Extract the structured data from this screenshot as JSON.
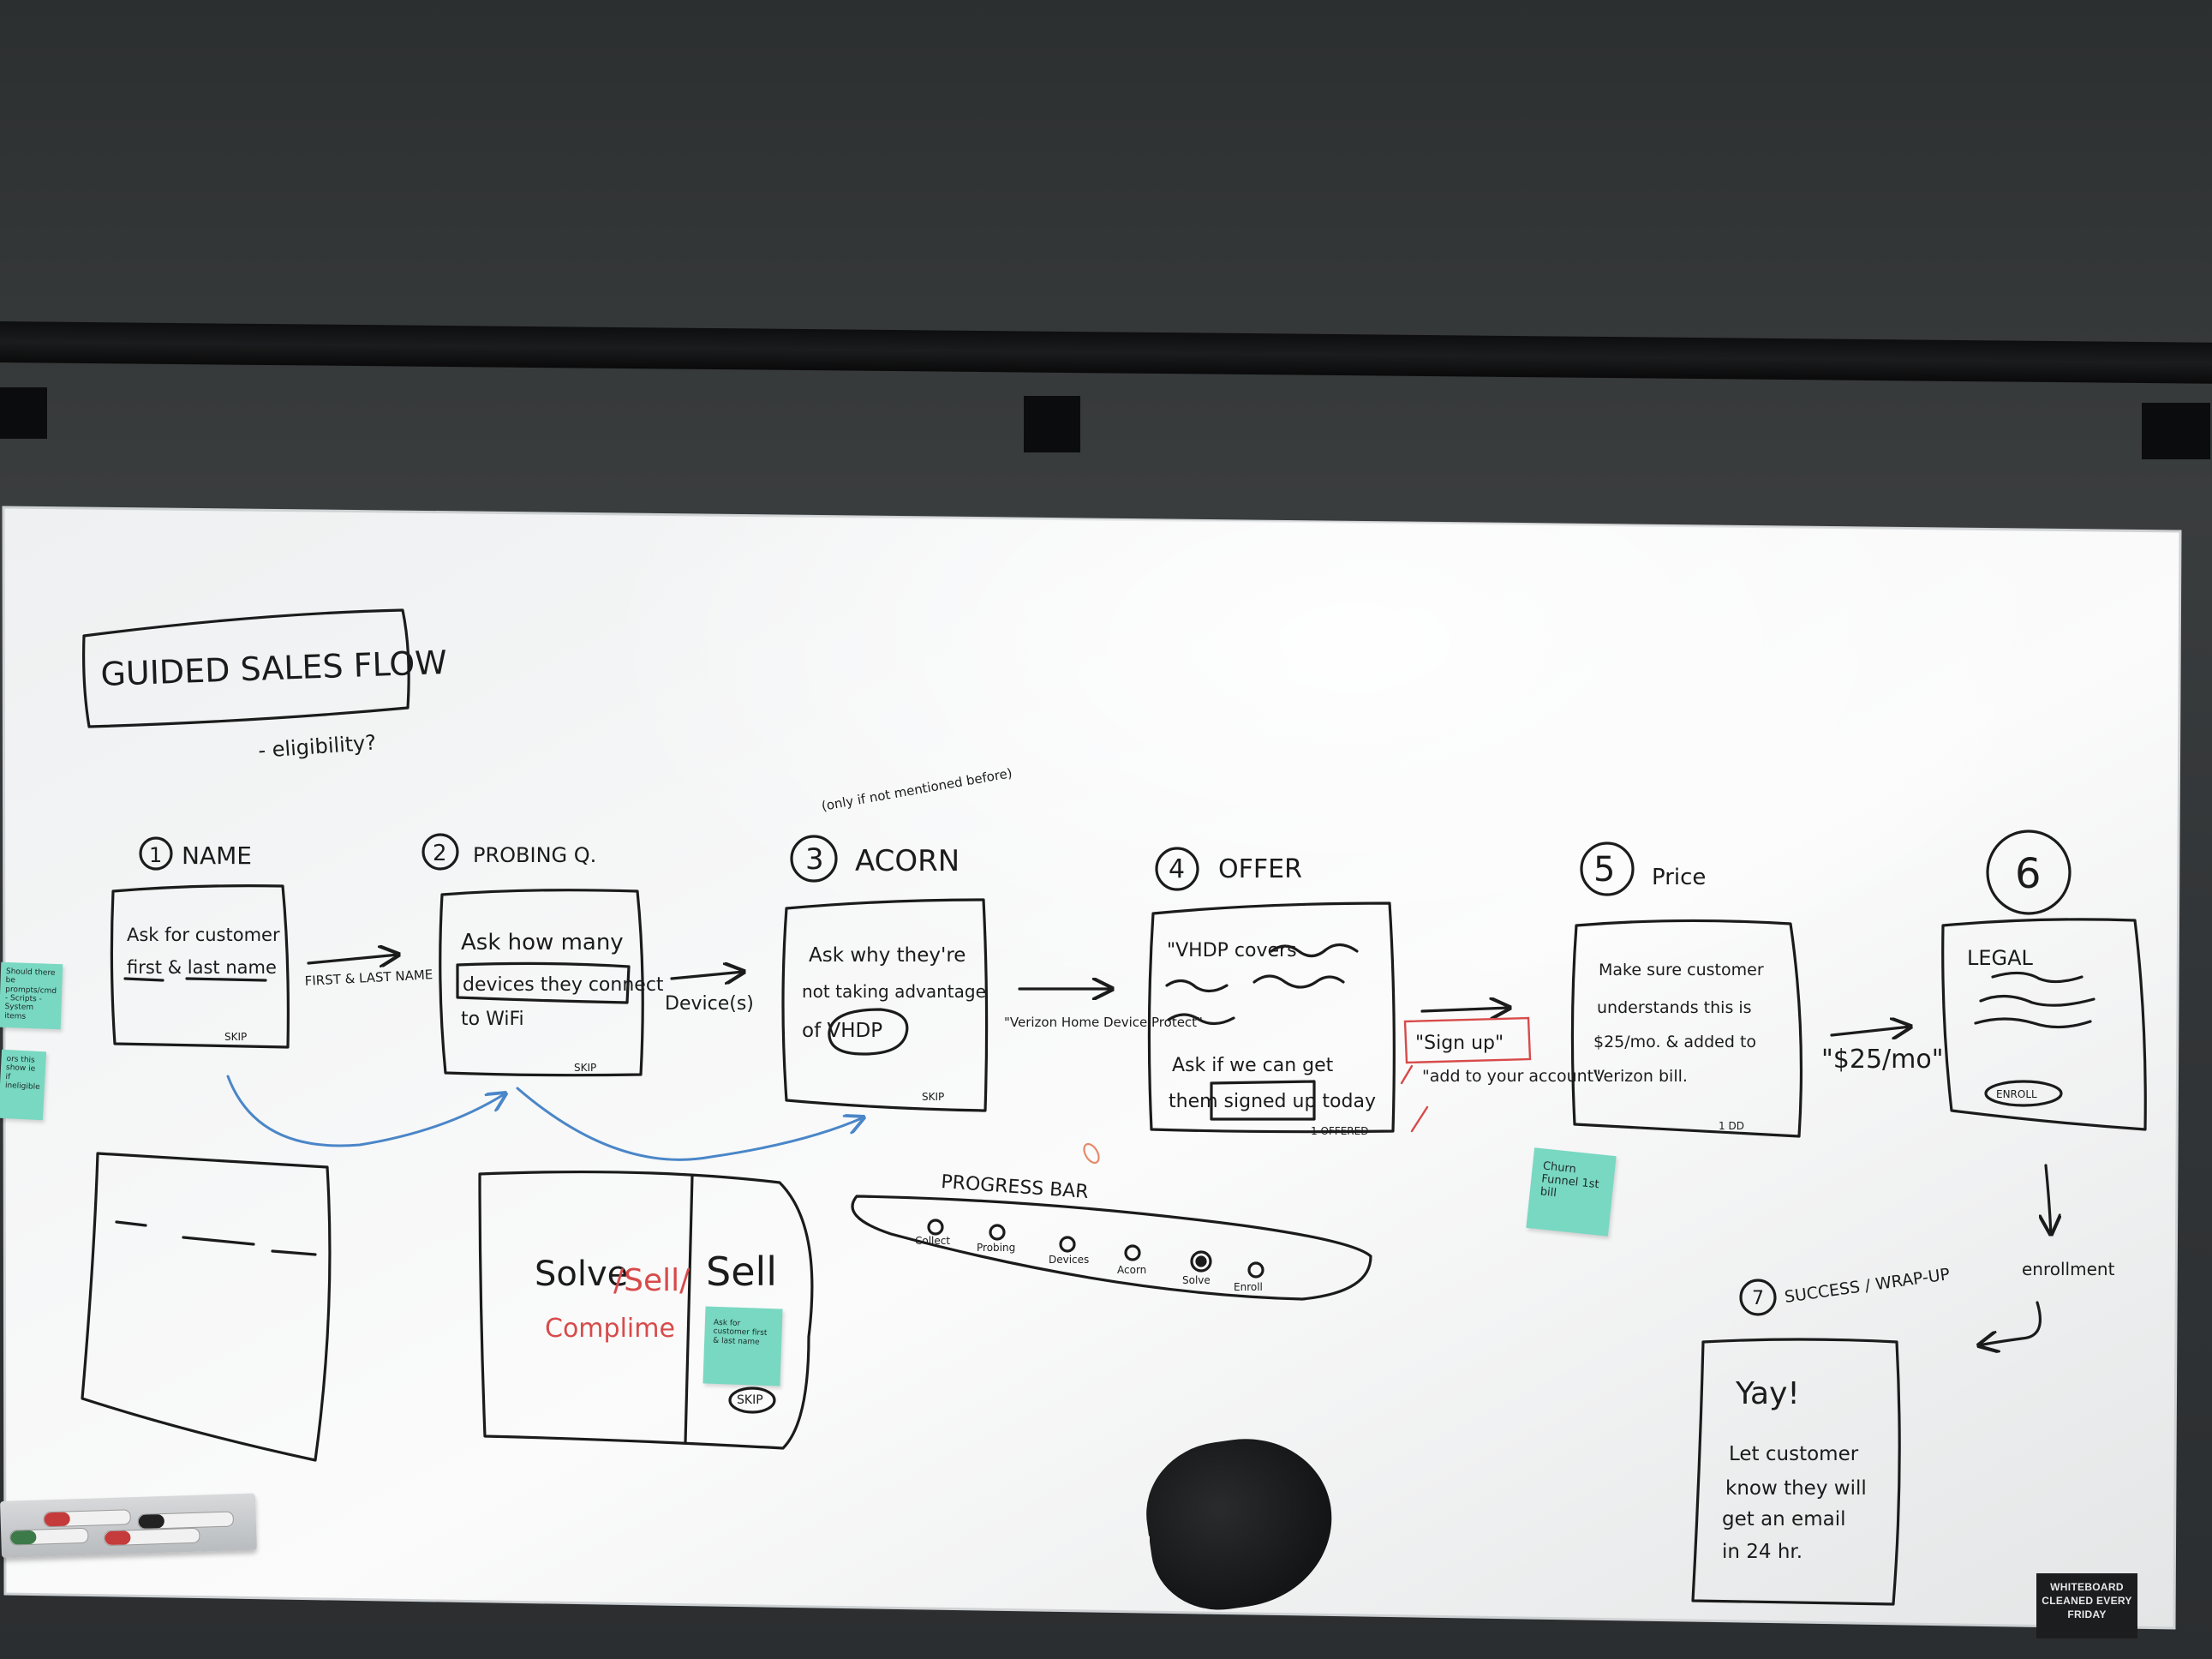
{
  "board": {
    "title": "GUIDED SALES FLOW",
    "title_note": "- eligibility?",
    "steps": [
      {
        "number": "1",
        "title": "NAME",
        "box_text_1": "Ask for customer",
        "box_text_2": "first & last name",
        "skip": "SKIP"
      },
      {
        "number": "2",
        "title": "PROBING Q.",
        "box_text_1": "Ask how many",
        "box_text_2": "devices they connect",
        "box_text_3": "to WiFi",
        "skip": "SKIP"
      },
      {
        "number": "3",
        "title": "ACORN",
        "note": "(only if not mentioned before)",
        "box_text_1": "Ask why they're",
        "box_text_2": "not taking advantage",
        "box_text_3": "of VHDP",
        "skip": "SKIP"
      },
      {
        "number": "4",
        "title": "OFFER",
        "box_text_1": "\"VHDP covers",
        "box_text_2": "Ask if we can get",
        "box_text_3": "them signed up today",
        "footnote": "1 OFFERED"
      },
      {
        "number": "5",
        "title": "Price",
        "box_text_1": "Make sure customer",
        "box_text_2": "understands this is",
        "box_text_3": "$25/mo. & added to",
        "box_text_4": "Verizon bill.",
        "footnote": "1 DD"
      },
      {
        "number": "6",
        "box_text_1": "LEGAL",
        "button": "ENROLL"
      },
      {
        "number": "7",
        "title": "SUCCESS / WRAP-UP",
        "box_text_1": "Yay!",
        "box_text_2": "Let customer",
        "box_text_3": "know they will",
        "box_text_4": "get an email",
        "box_text_5": "in 24 hr."
      }
    ],
    "arrow_labels": {
      "a1": "FIRST & LAST NAME",
      "a2": "Device(s)",
      "a3": "\"Verizon Home Device Protect\"",
      "a4_1": "\"Sign up\"",
      "a4_2": "\"add to your account\"",
      "a5": "\"$25/mo\"",
      "a6": "enrollment"
    },
    "progress": {
      "title": "PROGRESS BAR",
      "stages": [
        "Collect",
        "Probing",
        "Devices",
        "Acorn",
        "Solve",
        "Enroll"
      ]
    },
    "wire": {
      "word_1": "Solve",
      "word_2": "/Sell/",
      "word_3": "Complime",
      "word_4": "Sell",
      "skip": "SKIP"
    },
    "stickies": {
      "left_top": "Should there be prompts/cmd - Scripts - System items",
      "left_bottom": "ors this show ie if ineligible",
      "wire_sticky": "Ask for customer first & last name",
      "churn": "Churn Funnel 1st bill"
    },
    "sign": [
      "WHITEBOARD",
      "CLEANED EVERY",
      "FRIDAY"
    ]
  },
  "colors": {
    "ink": "#1b1b1b",
    "blue_ink": "#4a86c8",
    "red_ink": "#d84a4a",
    "sticky": "#79d8c2"
  }
}
